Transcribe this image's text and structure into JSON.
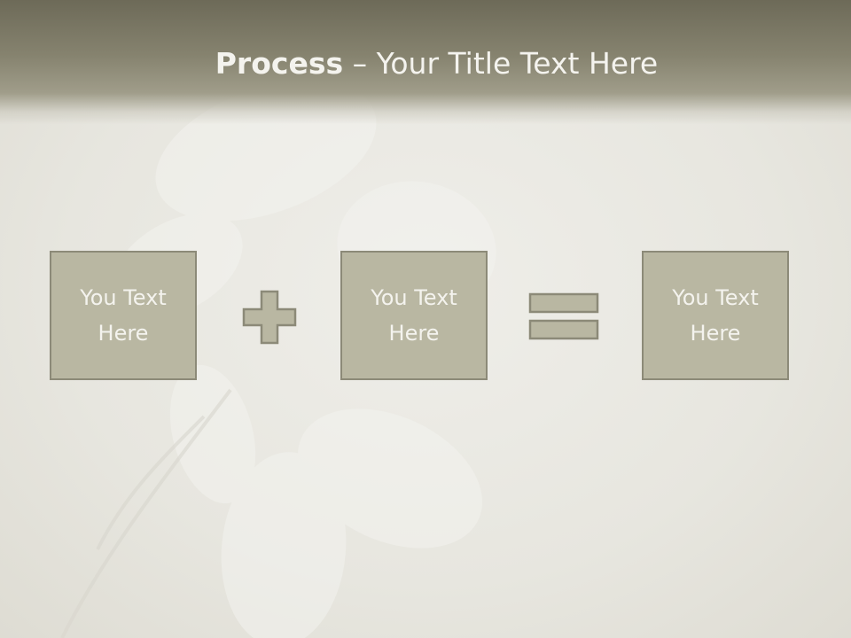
{
  "title": {
    "bold": "Process",
    "rest": " – Your Title Text Here"
  },
  "boxes": [
    {
      "label": "You Text Here"
    },
    {
      "label": "You Text Here"
    },
    {
      "label": "You Text Here"
    }
  ],
  "operators": {
    "first": "plus-icon",
    "second": "equals-icon"
  },
  "colors": {
    "header": "#77745f",
    "box_fill": "#b9b7a2",
    "box_border": "#8c8a78",
    "text": "#f4f3ee",
    "background": "#e6e5de"
  }
}
